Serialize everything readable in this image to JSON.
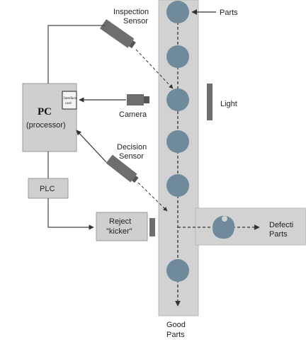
{
  "labels": {
    "parts": "Parts",
    "inspection_sensor_1": "Inspection",
    "inspection_sensor_2": "Sensor",
    "light": "Light",
    "camera": "Camera",
    "pc_title": "PC",
    "pc_sub": "(processor)",
    "interface_card_1": "Interface",
    "interface_card_2": "card",
    "decision_sensor_1": "Decision",
    "decision_sensor_2": "Sensor",
    "plc": "PLC",
    "reject_1": "Reject",
    "reject_2": "\"kicker\"",
    "defective_1": "Defecti",
    "defective_2": "Parts",
    "good_1": "Good",
    "good_2": "Parts"
  },
  "colors": {
    "box_fill": "#cfcfcf",
    "conveyor_fill": "#d2d2d2",
    "part_fill": "#6f8b9b",
    "sensor_fill": "#6e6e6e",
    "line": "#444444"
  }
}
